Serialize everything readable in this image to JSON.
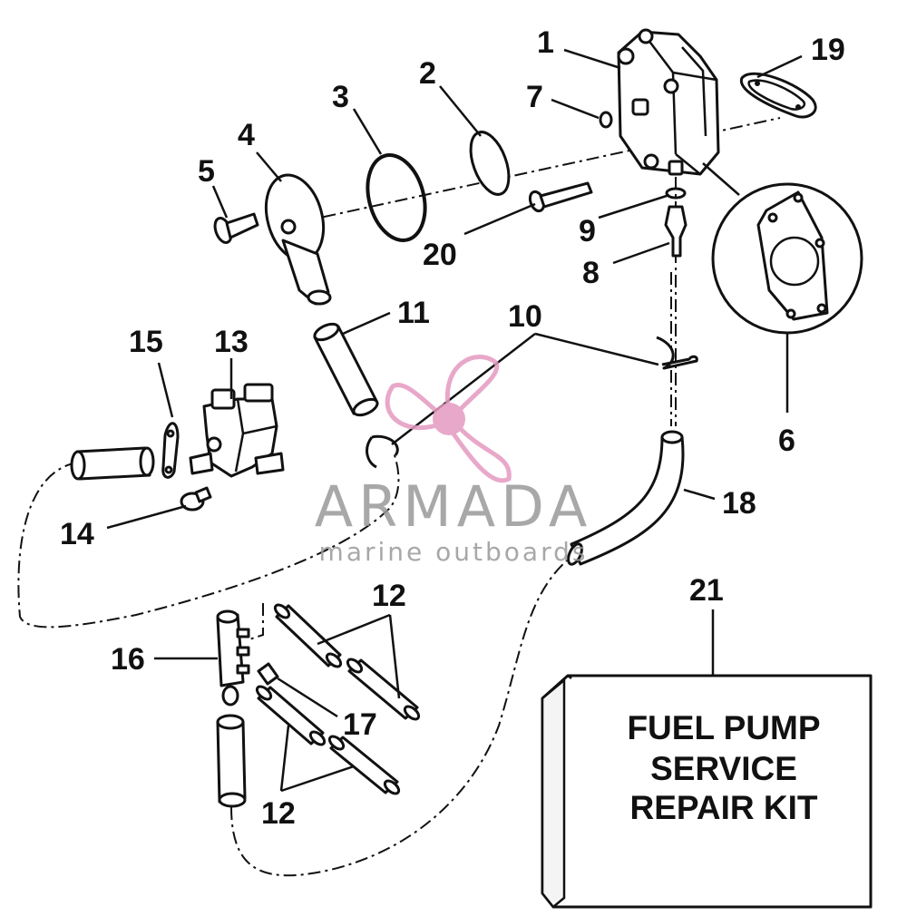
{
  "callouts": {
    "c1": "1",
    "c2": "2",
    "c3": "3",
    "c4": "4",
    "c5": "5",
    "c6": "6",
    "c7": "7",
    "c8": "8",
    "c9": "9",
    "c10": "10",
    "c11": "11",
    "c12a": "12",
    "c12b": "12",
    "c13": "13",
    "c14": "14",
    "c15": "15",
    "c16": "16",
    "c17": "17",
    "c18": "18",
    "c19": "19",
    "c20": "20",
    "c21": "21"
  },
  "kit_box": {
    "line1": "FUEL PUMP",
    "line2": "SERVICE",
    "line3": "REPAIR KIT"
  },
  "watermark": {
    "brand": "ARMADA",
    "tagline": "marine outboards",
    "color": "#e59ac0"
  },
  "icons": [
    "propeller-logo-icon"
  ]
}
